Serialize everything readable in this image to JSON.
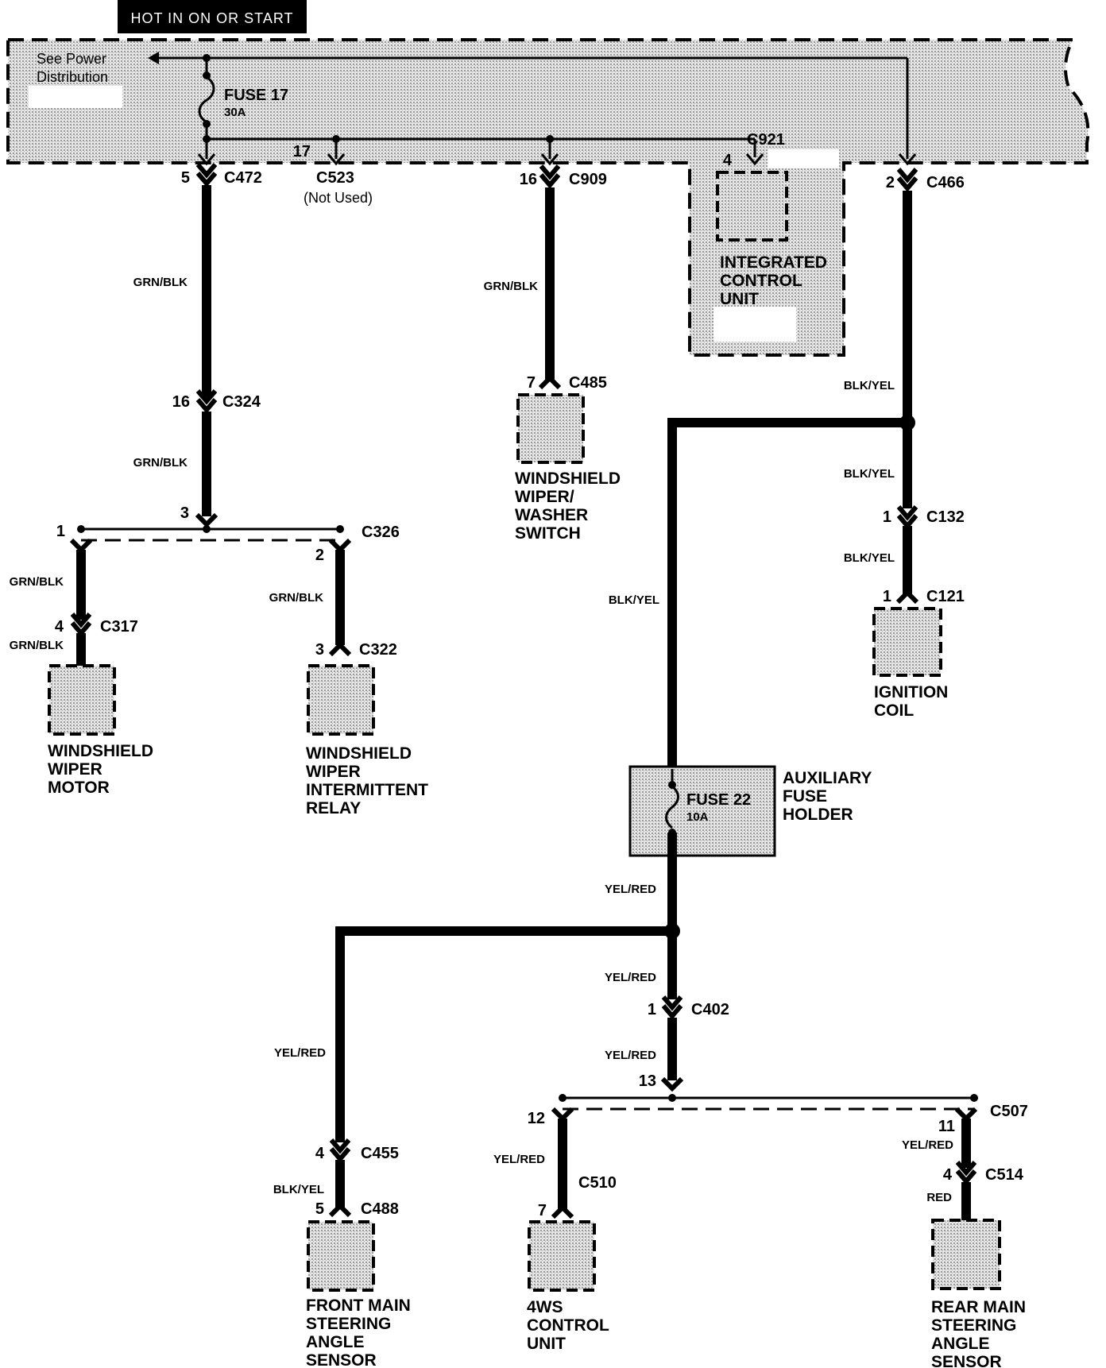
{
  "header": {
    "label": "HOT IN ON OR START"
  },
  "power_dist": {
    "note_line1": "See Power",
    "note_line2": "Distribution"
  },
  "fuse17": {
    "name": "FUSE 17",
    "rating": "30A"
  },
  "fuse22": {
    "name": "FUSE 22",
    "rating": "10A"
  },
  "aux_fuse_holder": {
    "line1": "AUXILIARY",
    "line2": "FUSE",
    "line3": "HOLDER"
  },
  "connectors": {
    "c472": "C472",
    "c523": "C523",
    "c523_note": "(Not Used)",
    "c909": "C909",
    "c921": "C921",
    "c466": "C466",
    "c324": "C324",
    "c326": "C326",
    "c317": "C317",
    "c322": "C322",
    "c485": "C485",
    "c132": "C132",
    "c121": "C121",
    "c402": "C402",
    "c507": "C507",
    "c455": "C455",
    "c488": "C488",
    "c510": "C510",
    "c514": "C514"
  },
  "pins": {
    "c472": "5",
    "c523": "17",
    "c909": "16",
    "c921": "4",
    "c466": "2",
    "c324": "16",
    "c326_in": "3",
    "c326_a": "1",
    "c326_b": "2",
    "c317": "4",
    "c322": "3",
    "c485": "7",
    "c132": "1",
    "c121": "1",
    "c402": "1",
    "c507_in": "13",
    "c507_a": "12",
    "c507_b": "11",
    "c455": "4",
    "c488": "5",
    "c510": "7",
    "c514": "4"
  },
  "wires": {
    "grn_blk": "GRN/BLK",
    "blk_yel": "BLK/YEL",
    "yel_red": "YEL/RED",
    "red": "RED"
  },
  "components": {
    "icu": [
      "INTEGRATED",
      "CONTROL",
      "UNIT"
    ],
    "wiper_switch": [
      "WINDSHIELD",
      "WIPER/",
      "WASHER",
      "SWITCH"
    ],
    "wiper_motor": [
      "WINDSHIELD",
      "WIPER",
      "MOTOR"
    ],
    "wiper_relay": [
      "WINDSHIELD",
      "WIPER",
      "INTERMITTENT",
      "RELAY"
    ],
    "ignition_coil": [
      "IGNITION",
      "COIL"
    ],
    "front_sensor": [
      "FRONT MAIN",
      "STEERING",
      "ANGLE",
      "SENSOR"
    ],
    "ws4_unit": [
      "4WS",
      "CONTROL",
      "UNIT"
    ],
    "rear_sensor": [
      "REAR MAIN",
      "STEERING",
      "ANGLE",
      "SENSOR"
    ]
  },
  "colors": {
    "ink": "#000000",
    "shade": "#cfcfcf",
    "paper": "#ffffff"
  }
}
